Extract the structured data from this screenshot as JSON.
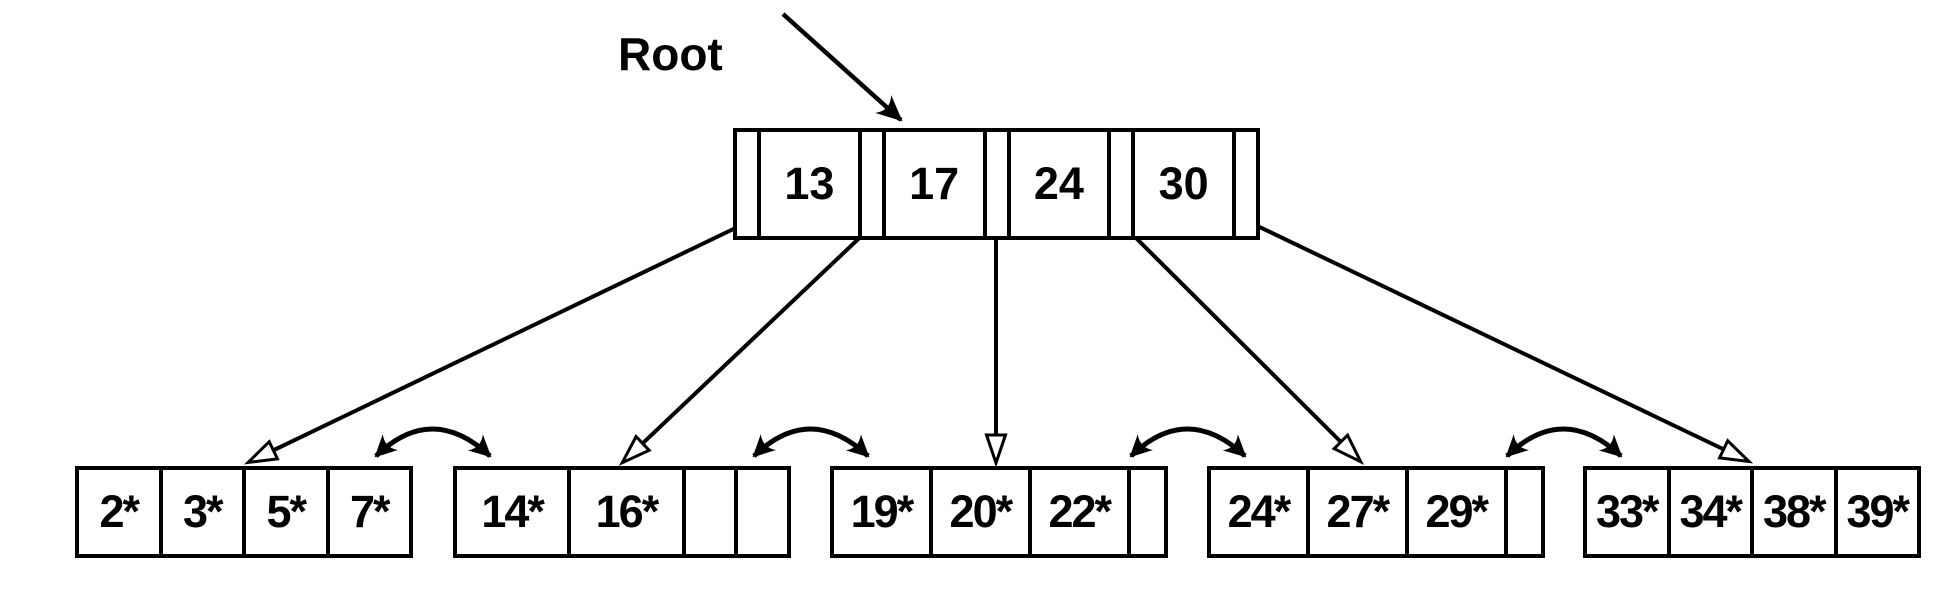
{
  "figure": {
    "root_label": "Root",
    "root": {
      "keys": [
        "13",
        "17",
        "24",
        "30"
      ]
    },
    "leaves": [
      {
        "cells": [
          "2*",
          "3*",
          "5*",
          "7*"
        ]
      },
      {
        "cells": [
          "14*",
          "16*",
          "",
          ""
        ]
      },
      {
        "cells": [
          "19*",
          "20*",
          "22*",
          ""
        ]
      },
      {
        "cells": [
          "24*",
          "27*",
          "29*",
          ""
        ]
      },
      {
        "cells": [
          "33*",
          "34*",
          "38*",
          "39*"
        ]
      }
    ],
    "colors": {
      "ink": "#000000",
      "background": "#ffffff"
    }
  }
}
